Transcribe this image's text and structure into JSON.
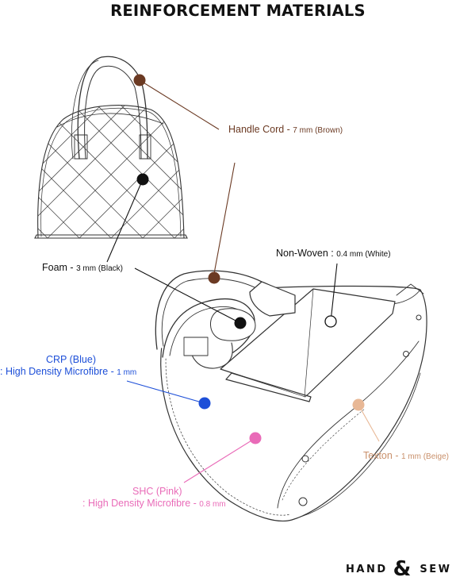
{
  "title": "REINFORCEMENT MATERIALS",
  "colors": {
    "brown": "#6b3a23",
    "black": "#111111",
    "blue": "#1d4fd8",
    "pink": "#e96bb8",
    "beige": "#e8b896",
    "outline": "#333333"
  },
  "labels": {
    "handle_cord": {
      "name": "Handle Cord",
      "sep": " - ",
      "spec": "7 mm (Brown)"
    },
    "foam": {
      "name": "Foam",
      "sep": " - ",
      "spec": "3 mm (Black)"
    },
    "non_woven": {
      "name": "Non-Woven",
      "sep": " : ",
      "spec": "0.4 mm (White)"
    },
    "crp": {
      "name": "CRP (Blue)",
      "desc": ": High Density Microfibre",
      "sep": " - ",
      "spec": "1 mm"
    },
    "shc": {
      "name": "SHC (Pink)",
      "desc": ": High Density Microfibre",
      "sep": " - ",
      "spec": "0.8 mm"
    },
    "texton": {
      "name": "Texton",
      "sep": " - ",
      "spec": "1 mm (Beige)"
    }
  },
  "brand": {
    "left": "HAND",
    "amp": "&",
    "right": "SEW"
  }
}
